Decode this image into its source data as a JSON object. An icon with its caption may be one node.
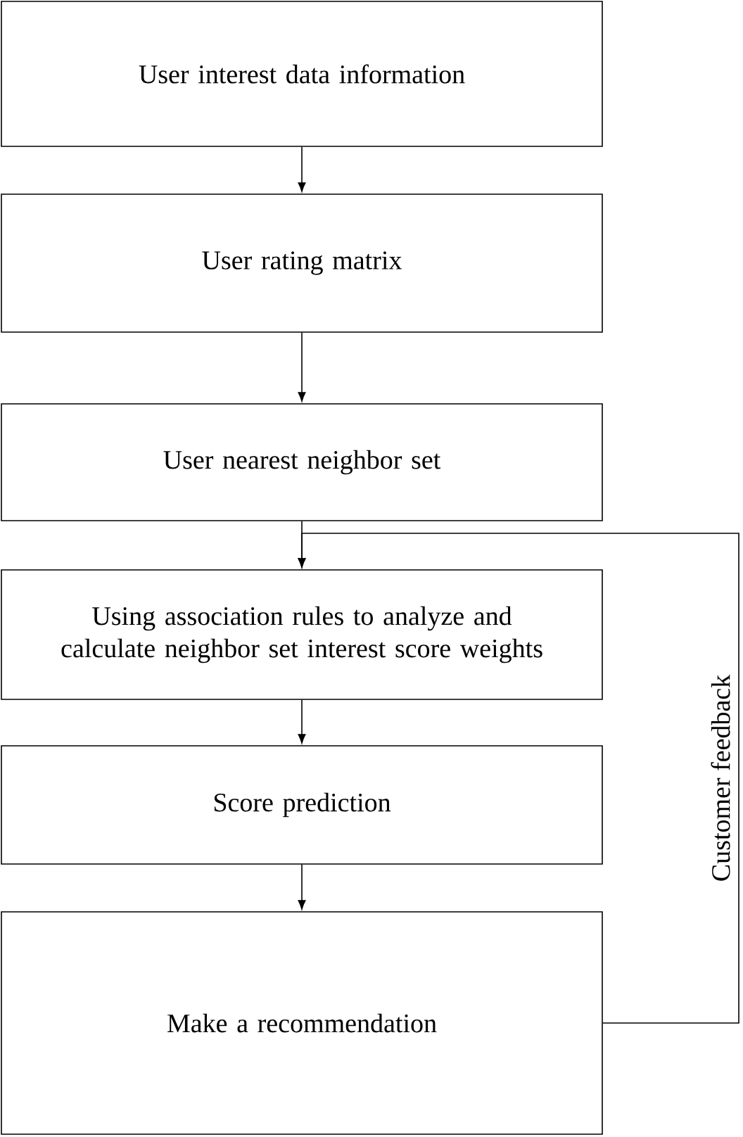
{
  "diagram": {
    "nodes": [
      {
        "text": [
          "User interest data information"
        ]
      },
      {
        "text": [
          "User rating matrix"
        ]
      },
      {
        "text": [
          "User nearest neighbor set"
        ]
      },
      {
        "text": [
          "Using association rules to analyze and calculate neighbor set interest score weights"
        ]
      },
      {
        "text": [
          "Score prediction"
        ]
      },
      {
        "text": [
          "Make a recommendation"
        ]
      }
    ],
    "edges": [
      {
        "from": 0,
        "to": 1,
        "arrow": "to"
      },
      {
        "from": 1,
        "to": 2,
        "arrow": "to"
      },
      {
        "from": 2,
        "to": 3,
        "arrow": "to"
      },
      {
        "from": 3,
        "to": 4,
        "arrow": "to"
      },
      {
        "from": 4,
        "to": 5,
        "arrow": "to"
      },
      {
        "from": 5,
        "to": 3,
        "arrow": "to",
        "label": "Customer feedback"
      }
    ]
  }
}
